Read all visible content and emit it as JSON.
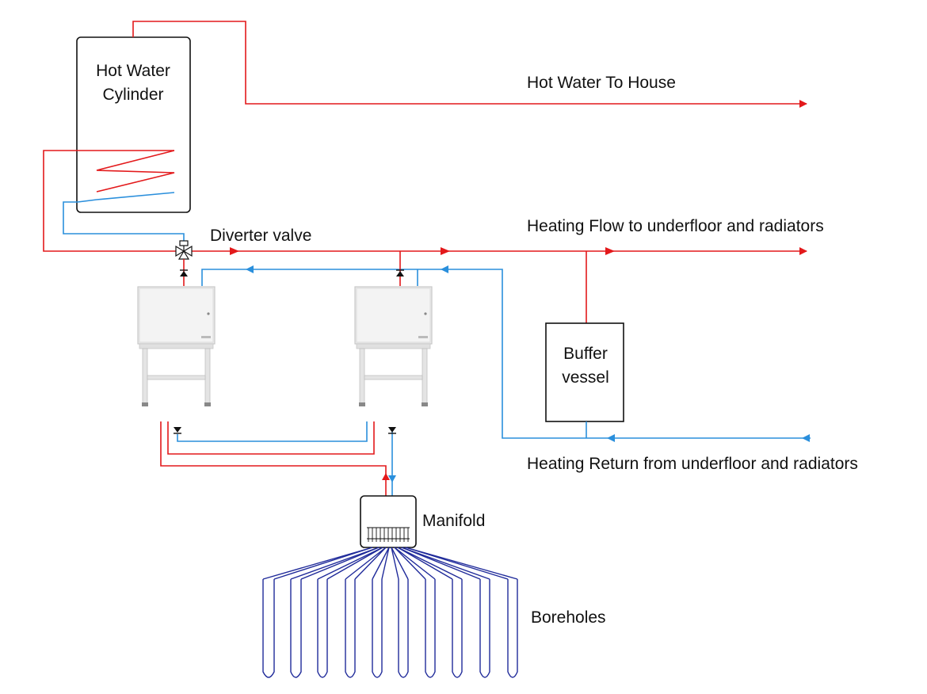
{
  "labels": {
    "cylinder_line1": "Hot Water",
    "cylinder_line2": "Cylinder",
    "hot_water_to_house": "Hot Water To House",
    "diverter_valve": "Diverter valve",
    "heating_flow": "Heating Flow to underfloor and radiators",
    "buffer_line1": "Buffer",
    "buffer_line2": "vessel",
    "heating_return": "Heating Return from underfloor and radiators",
    "manifold": "Manifold",
    "boreholes": "Boreholes"
  },
  "colors": {
    "flow": "#e3191b",
    "return": "#2a8fdc",
    "ground": "#1f2a9a",
    "outline": "#111111",
    "unit": "#e9e9e9"
  },
  "icons": [
    "heat-pump-unit",
    "diverter-valve-icon",
    "check-valve-icon",
    "arrow-icon"
  ]
}
